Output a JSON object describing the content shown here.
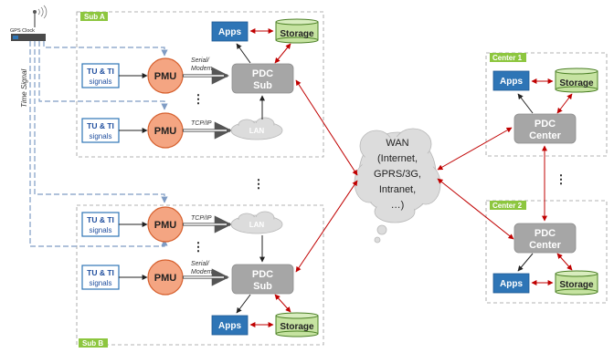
{
  "regions": {
    "sub_a": "Sub A",
    "sub_b": "Sub B",
    "center_1": "Center 1",
    "center_2": "Center 2"
  },
  "gps": {
    "label": "GPS Clock"
  },
  "time_signal": "Time Signal",
  "signals": {
    "line1": "TU & TI",
    "line2": "signals"
  },
  "pmu": "PMU",
  "pdc_sub": {
    "line1": "PDC",
    "line2": "Sub"
  },
  "pdc_center": {
    "line1": "PDC",
    "line2": "Center"
  },
  "apps": "Apps",
  "storage": "Storage",
  "lan": "LAN",
  "wan": {
    "lines": [
      "WAN",
      "(Internet,",
      "GPRS/3G,",
      "Intranet,",
      "…)"
    ]
  },
  "links": {
    "serial_1": "Serial/",
    "serial_2": "Modem",
    "tcpip": "TCP/IP"
  },
  "ellipsis": "⋮",
  "colors": {
    "region_tag": "#8dc63f",
    "pmu": "#f4a582",
    "apps": "#2e75b6",
    "storage": "#c6e3a1",
    "pdc": "#a6a6a6",
    "wan_link": "#c00000"
  }
}
